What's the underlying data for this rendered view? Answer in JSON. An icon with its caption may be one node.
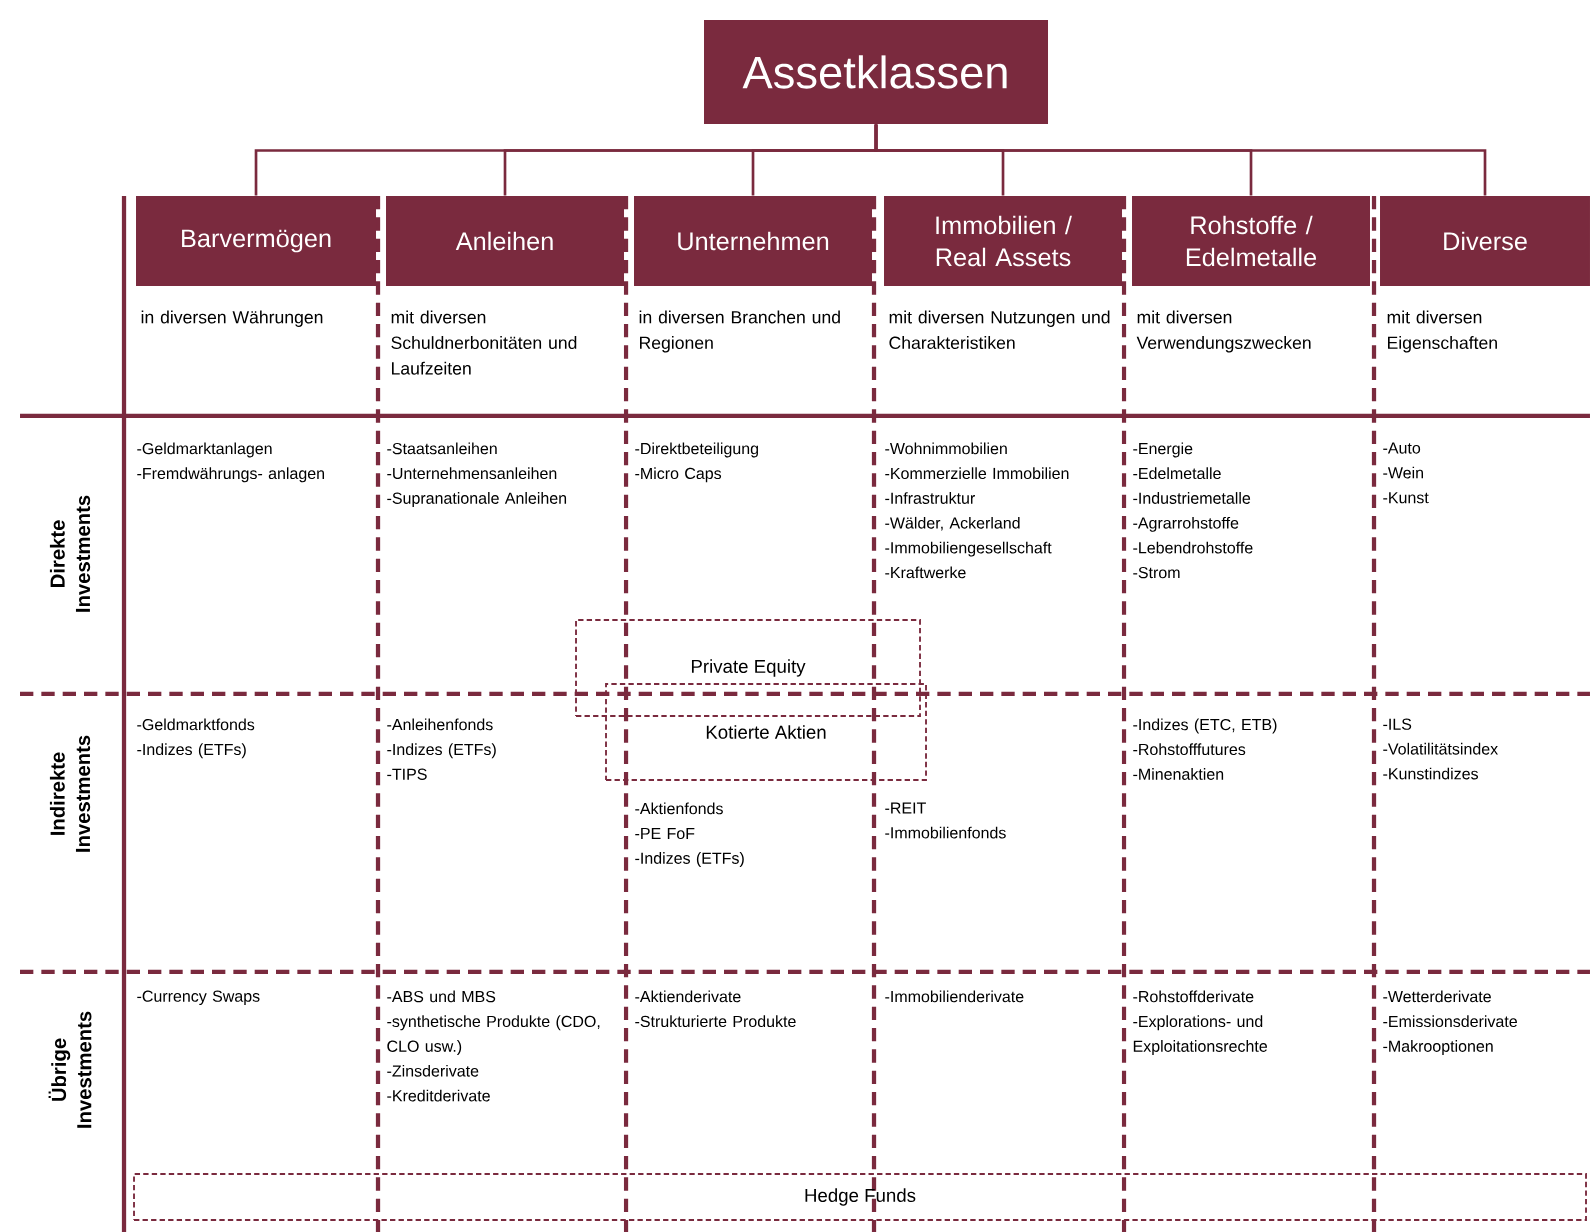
{
  "diagram": {
    "nodes": [
      {
        "text": [
          "Assetklassen"
        ]
      },
      {
        "text": [
          "Barvermögen"
        ]
      },
      {
        "text": [
          "Anleihen"
        ]
      },
      {
        "text": [
          "Unternehmen"
        ]
      },
      {
        "text": [
          "Immobilien / Real Assets"
        ]
      },
      {
        "text": [
          "Rohstoffe / Edelmetalle"
        ]
      },
      {
        "text": [
          "Diverse"
        ]
      },
      {
        "text": [
          "Private Equity"
        ]
      },
      {
        "text": [
          "Kotierte Aktien"
        ]
      },
      {
        "text": [
          "Hedge Funds"
        ]
      }
    ],
    "edges": [
      {
        "from": 0,
        "to": 1,
        "arrow": "none"
      },
      {
        "from": 0,
        "to": 2,
        "arrow": "none"
      },
      {
        "from": 0,
        "to": 3,
        "arrow": "none"
      },
      {
        "from": 0,
        "to": 4,
        "arrow": "none"
      },
      {
        "from": 0,
        "to": 5,
        "arrow": "none"
      },
      {
        "from": 0,
        "to": 6,
        "arrow": "none"
      }
    ],
    "labels": [
      "in diversen Währungen",
      "mit diversen Schuldnerbonitäten und Laufzeiten",
      "in diversen Branchen und Regionen",
      "mit diversen Nutzungen und Charakteristiken",
      "mit diversen Verwendungszwecken",
      "mit diversen Eigenschaften",
      "Direkte Investments",
      "-Geldmarktanlagen",
      "-Fremdwährungs- anlagen",
      "-Staatsanleihen",
      "-Unternehmensanleihen",
      "-Supranationale Anleihen",
      "-Direktbeteiligung",
      "-Micro Caps",
      "-Wohnimmobilien",
      "-Kommerzielle Immobilien",
      "-Infrastruktur",
      "-Wälder, Ackerland",
      "-Immobiliengesellschaft",
      "-Kraftwerke",
      "-Energie",
      "-Edelmetalle",
      "-Industriemetalle",
      "-Agrarrohstoffe",
      "-Lebendrohstoffe",
      "-Strom",
      "-Auto",
      "-Wein",
      "-Kunst",
      "Indirekte Investments",
      "-Geldmarktfonds",
      "-Indizes (ETFs)",
      "-Anleihenfonds",
      "-Indizes (ETFs)",
      "-TIPS",
      "-Aktienfonds",
      "-PE FoF",
      "-Indizes (ETFs)",
      "-REIT",
      "-Immobilienfonds",
      "-Indizes (ETC, ETB)",
      "-Rohstofffutures",
      "-Minenaktien",
      "-ILS",
      "-Volatilitätsindex",
      "-Kunstindizes",
      "Übrige Investments",
      "-Currency Swaps",
      "-ABS und MBS",
      "-synthetische Produkte (CDO, CLO usw.)",
      "-Zinsderivate",
      "-Kreditderivate",
      "-Aktienderivate",
      "-Strukturierte Produkte",
      "-Immobilienderivate",
      "-Rohstoffderivate",
      "-Explorations- und Exploitationsrechte",
      "-Wetterderivate",
      "-Emissionsderivate",
      "-Makrooptionen"
    ]
  }
}
